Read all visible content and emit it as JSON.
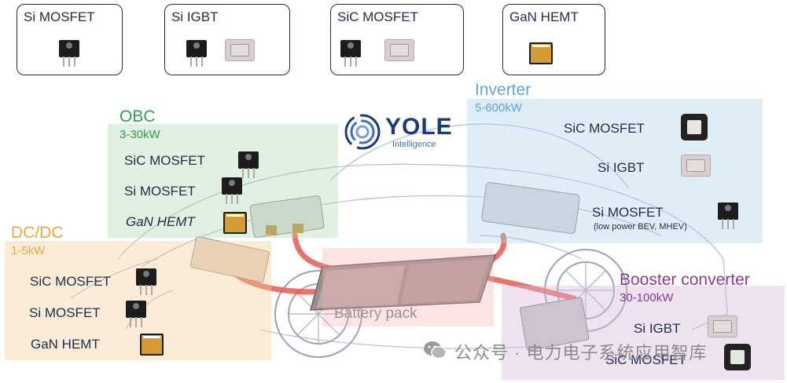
{
  "legend": [
    {
      "label": "Si MOSFET"
    },
    {
      "label": "Si IGBT"
    },
    {
      "label": "SiC MOSFET"
    },
    {
      "label": "GaN HEMT"
    }
  ],
  "logo": {
    "name": "YOLE",
    "sub": "Intelligence"
  },
  "panels": {
    "obc": {
      "title": "OBC",
      "power": "3-30kW",
      "devices": [
        "SiC MOSFET",
        "Si MOSFET",
        "GaN HEMT"
      ]
    },
    "dcdc": {
      "title": "DC/DC",
      "power": "1-5kW",
      "devices": [
        "SiC MOSFET",
        "Si MOSFET",
        "GaN HEMT"
      ]
    },
    "inverter": {
      "title": "Inverter",
      "power": "5-600kW",
      "devices": [
        "SiC MOSFET",
        "Si IGBT",
        "Si MOSFET"
      ],
      "note": "(low power BEV, MHEV)"
    },
    "booster": {
      "title": "Booster converter",
      "power": "30-100kW",
      "devices": [
        "Si IGBT",
        "SiC MOSFET"
      ]
    },
    "battery": {
      "label": "Battery pack"
    }
  },
  "watermark": "公众号 · 电力电子系统应用智库",
  "colors": {
    "obc": "#2f9e4f",
    "dcdc": "#f0a63a",
    "inverter": "#5aa7dc",
    "booster": "#8b3d86",
    "cable": "#e85a4f",
    "text": "#1f2d4a"
  }
}
